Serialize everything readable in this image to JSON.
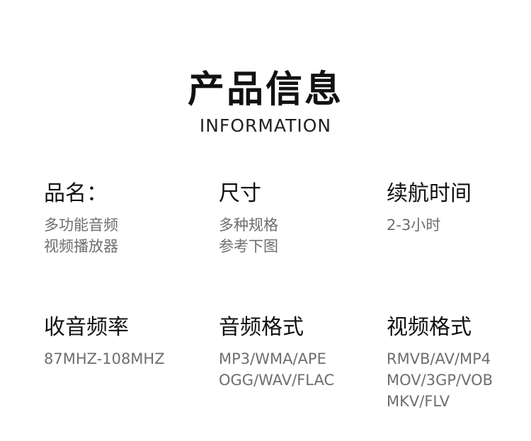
{
  "header": {
    "title": "产品信息",
    "subtitle": "INFORMATION"
  },
  "specs": [
    {
      "label": "品名：",
      "values": [
        "多功能音频",
        "视频播放器"
      ]
    },
    {
      "label": "尺寸",
      "values": [
        "多种规格",
        "参考下图"
      ]
    },
    {
      "label": "续航时间",
      "values": [
        "2-3小时"
      ]
    },
    {
      "label": "收音频率",
      "values": [
        "87MHZ-108MHZ"
      ]
    },
    {
      "label": "音频格式",
      "values": [
        "MP3/WMA/APE",
        "OGG/WAV/FLAC"
      ]
    },
    {
      "label": "视频格式",
      "values": [
        "RMVB/AV/MP4",
        "MOV/3GP/VOB",
        "MKV/FLV"
      ]
    }
  ]
}
